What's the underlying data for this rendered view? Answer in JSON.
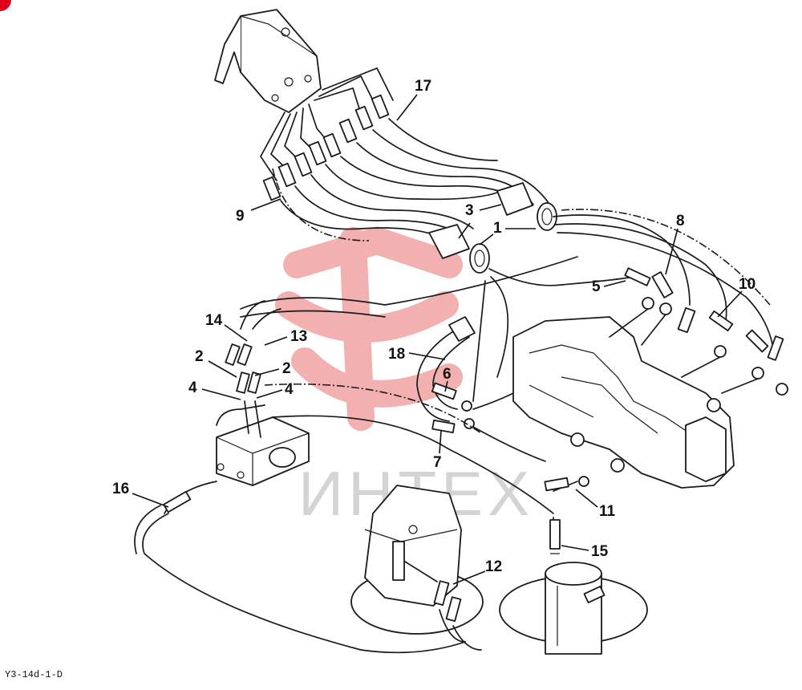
{
  "watermark": {
    "text": "ИНТЕХ"
  },
  "document_code": "Y3-14d-1-D",
  "colors": {
    "line": "#1a1a1a",
    "watermark_symbol": "#f3b0b0",
    "watermark_text": "#d4d4d4",
    "corner_mark": "#e0001b"
  },
  "callouts": [
    {
      "id": "17",
      "label": "17"
    },
    {
      "id": "9",
      "label": "9"
    },
    {
      "id": "3",
      "label": "3"
    },
    {
      "id": "1",
      "label": "1"
    },
    {
      "id": "8",
      "label": "8"
    },
    {
      "id": "10",
      "label": "10"
    },
    {
      "id": "5",
      "label": "5"
    },
    {
      "id": "14",
      "label": "14"
    },
    {
      "id": "13",
      "label": "13"
    },
    {
      "id": "2a",
      "label": "2"
    },
    {
      "id": "2b",
      "label": "2"
    },
    {
      "id": "4a",
      "label": "4"
    },
    {
      "id": "4b",
      "label": "4"
    },
    {
      "id": "18",
      "label": "18"
    },
    {
      "id": "6",
      "label": "6"
    },
    {
      "id": "7",
      "label": "7"
    },
    {
      "id": "16",
      "label": "16"
    },
    {
      "id": "11",
      "label": "11"
    },
    {
      "id": "15",
      "label": "15"
    },
    {
      "id": "12",
      "label": "12"
    }
  ]
}
